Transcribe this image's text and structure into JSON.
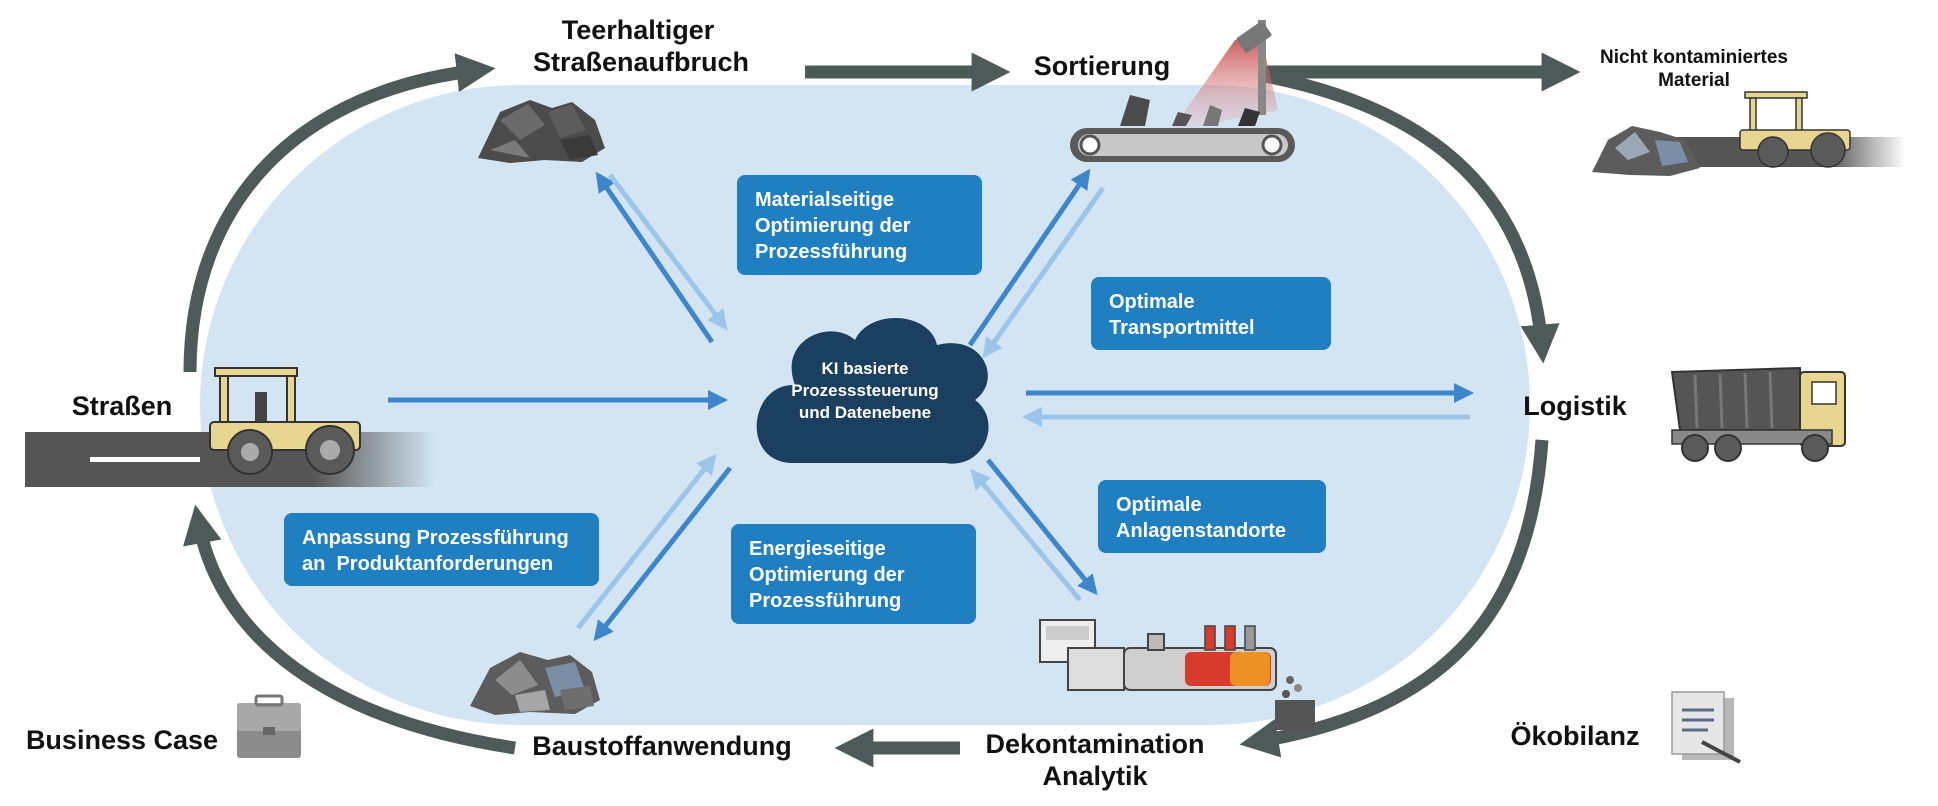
{
  "nodes": {
    "teerhaltiger": [
      "Teerhaltiger",
      "Straßenaufbruch"
    ],
    "sortierung": "Sortierung",
    "nicht_kontaminiert": [
      "Nicht kontaminiertes",
      "Material"
    ],
    "strassen": "Straßen",
    "logistik": "Logistik",
    "business_case": "Business Case",
    "baustoffanwendung": "Baustoffanwendung",
    "dekontamination": [
      "Dekontamination",
      "Analytik"
    ],
    "oekobilanz": "Ökobilanz"
  },
  "center": {
    "cloud": [
      "KI basierte",
      "Prozesssteuerung",
      "und Datenebene"
    ]
  },
  "boxes": {
    "material": [
      "Materialseitige",
      "Optimierung der",
      "Prozessführung"
    ],
    "transport": [
      "Optimale",
      "Transportmittel"
    ],
    "anlagen": [
      "Optimale",
      "Anlagenstandorte"
    ],
    "energie": [
      "Energieseitige",
      "Optimierung der",
      "Prozessführung"
    ],
    "anpassung": [
      "Anpassung Prozessführung",
      "an  Produktanforderungen"
    ]
  },
  "colors": {
    "oval_fill": "#d3e4f3",
    "cycle_arrow": "#4d5a57",
    "box": "#1f7fc1",
    "cloud": "#1b3f5e",
    "arrow_dark": "#3e86cc",
    "arrow_light": "#9cc5ea"
  },
  "icons": [
    "rubble-pile-icon",
    "conveyor-belt-icon",
    "scanner-icon",
    "road-roller-icon",
    "road-icon",
    "dump-truck-icon",
    "briefcase-icon",
    "decontamination-machine-icon",
    "document-pen-icon"
  ]
}
